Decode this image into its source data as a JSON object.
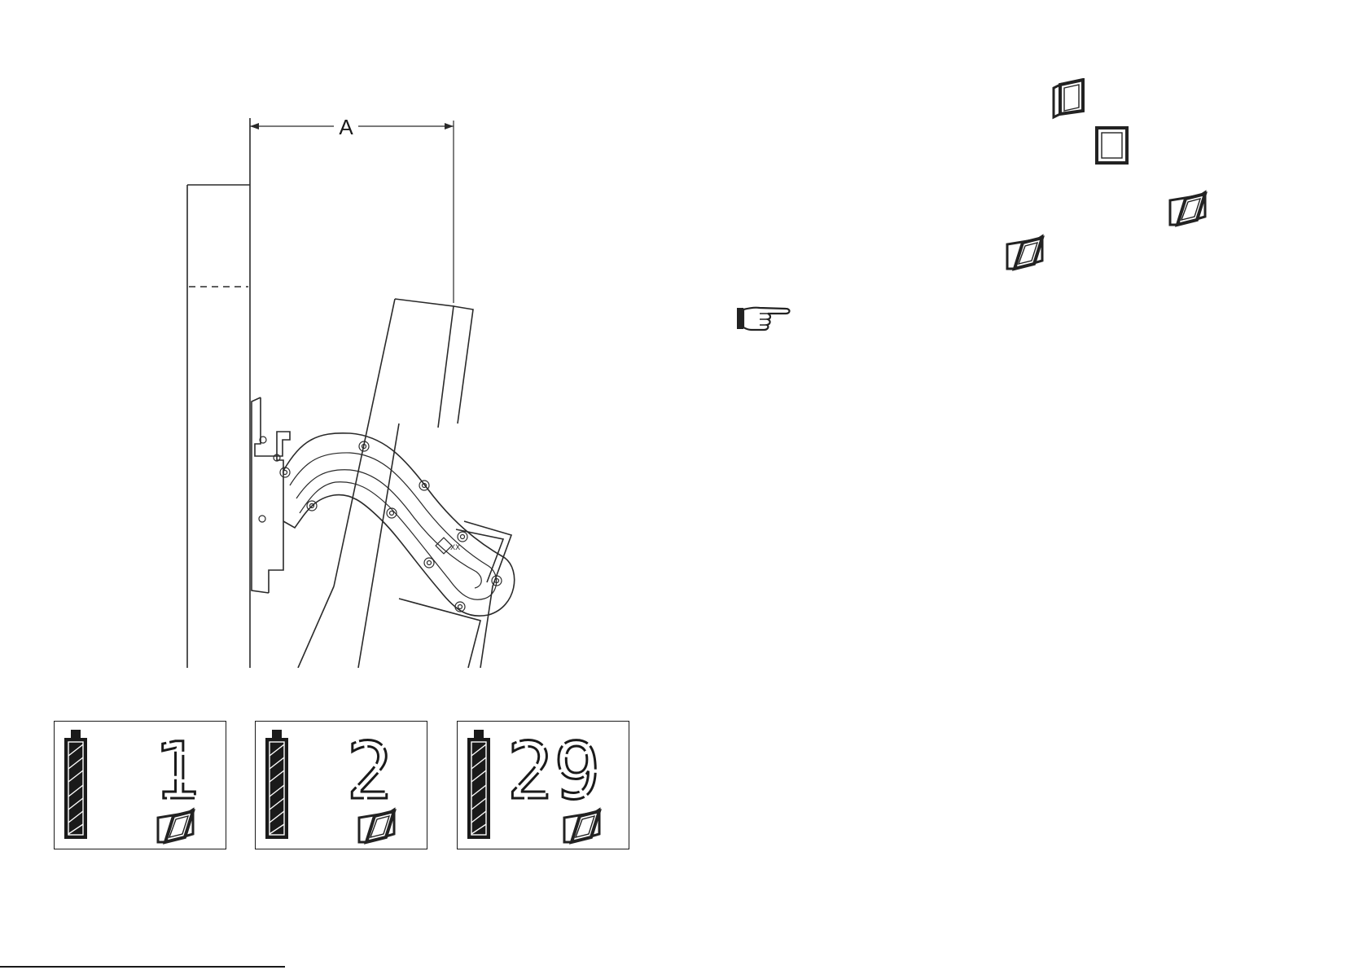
{
  "drawing": {
    "dimension_label": "A"
  },
  "window_icons": [
    "tilt-open-window-icon",
    "closed-window-icon",
    "tilt-open-window-icon",
    "tilt-open-window-icon"
  ],
  "note_icon": "pointing-hand-icon",
  "displays": [
    {
      "digits": "1",
      "battery_level": 0.85,
      "mode_icon": "tilt-open-window-icon"
    },
    {
      "digits": "2",
      "battery_level": 0.85,
      "mode_icon": "tilt-open-window-icon"
    },
    {
      "digits": "29",
      "battery_level": 0.85,
      "mode_icon": "tilt-open-window-icon"
    }
  ]
}
